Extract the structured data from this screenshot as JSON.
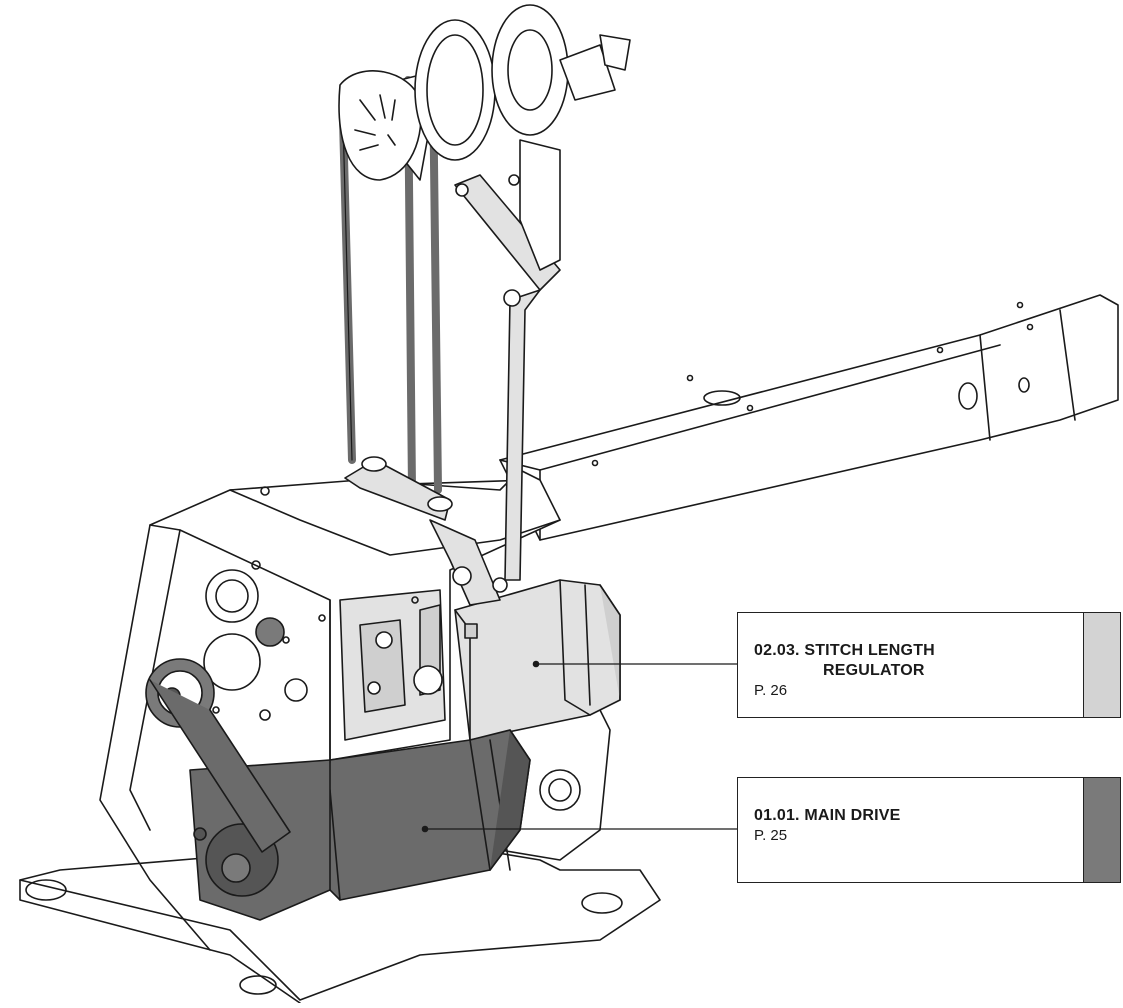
{
  "colors": {
    "line": "#1a1a1a",
    "light_part": "#e2e2e2",
    "light_part_shade": "#cfcfcf",
    "dark_part": "#6b6b6b",
    "dark_part_shade": "#555555",
    "swatch_light": "#d3d3d3",
    "swatch_dark": "#7a7a7a"
  },
  "callouts": {
    "stitch": {
      "code_line1": "02.03. STITCH LENGTH",
      "code_line2": "REGULATOR",
      "page": "P. 26",
      "swatch_color": "#d3d3d3"
    },
    "main": {
      "code_line1": "01.01. MAIN DRIVE",
      "page": "P. 25",
      "swatch_color": "#7a7a7a"
    }
  }
}
